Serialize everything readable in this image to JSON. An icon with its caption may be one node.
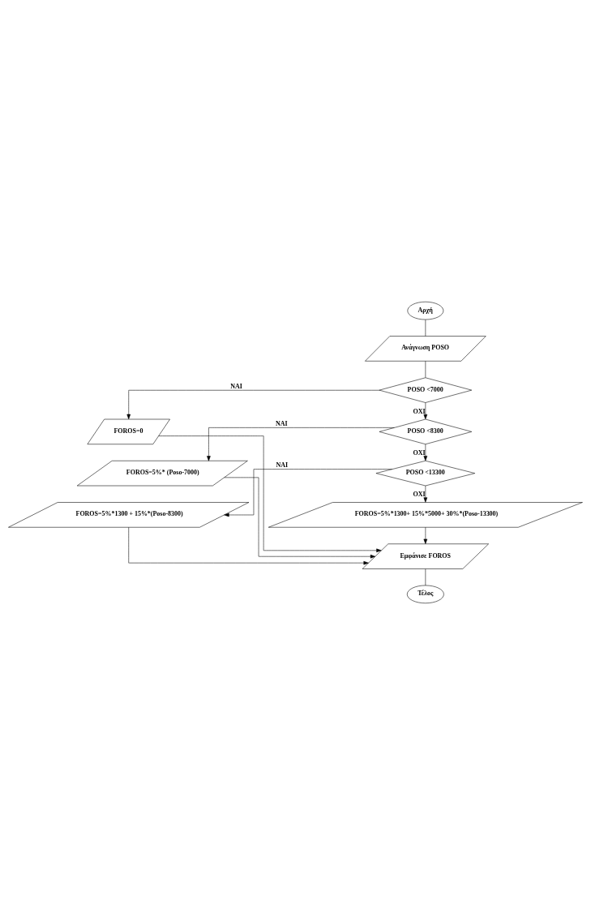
{
  "diagram": {
    "nodes": [
      {
        "text": [
          "Αρχή"
        ]
      },
      {
        "text": [
          "Ανάγνωση POSO"
        ]
      },
      {
        "text": [
          "POSO <7000"
        ]
      },
      {
        "text": [
          "FOROS=0"
        ]
      },
      {
        "text": [
          "POSO <8300"
        ]
      },
      {
        "text": [
          "FOROS=5%* (Poso-7000)"
        ]
      },
      {
        "text": [
          "POSO <13300"
        ]
      },
      {
        "text": [
          "FOROS=5%*1300 + 15%*(Poso-8300)"
        ]
      },
      {
        "text": [
          "FOROS=5%*1300+ 15%*5000+ 30%*(Poso-13300)"
        ]
      },
      {
        "text": [
          "Εμφάνισε FOROS"
        ]
      },
      {
        "text": [
          "Τέλος"
        ]
      }
    ],
    "edges": [
      {
        "from": 0,
        "to": 1,
        "arrow": "none"
      },
      {
        "from": 1,
        "to": 2,
        "arrow": "none"
      },
      {
        "from": 2,
        "to": 3,
        "arrow": "to",
        "label": "NAI"
      },
      {
        "from": 2,
        "to": 4,
        "arrow": "to",
        "label": "OXI"
      },
      {
        "from": 4,
        "to": 5,
        "arrow": "to",
        "label": "NAI"
      },
      {
        "from": 4,
        "to": 6,
        "arrow": "to",
        "label": "OXI"
      },
      {
        "from": 6,
        "to": 7,
        "arrow": "to",
        "label": "NAI"
      },
      {
        "from": 6,
        "to": 8,
        "arrow": "to",
        "label": "OXI"
      },
      {
        "from": 3,
        "to": 9,
        "arrow": "to"
      },
      {
        "from": 5,
        "to": 9,
        "arrow": "to"
      },
      {
        "from": 7,
        "to": 9,
        "arrow": "to"
      },
      {
        "from": 8,
        "to": 9,
        "arrow": "to"
      },
      {
        "from": 9,
        "to": 10,
        "arrow": "none"
      }
    ]
  }
}
